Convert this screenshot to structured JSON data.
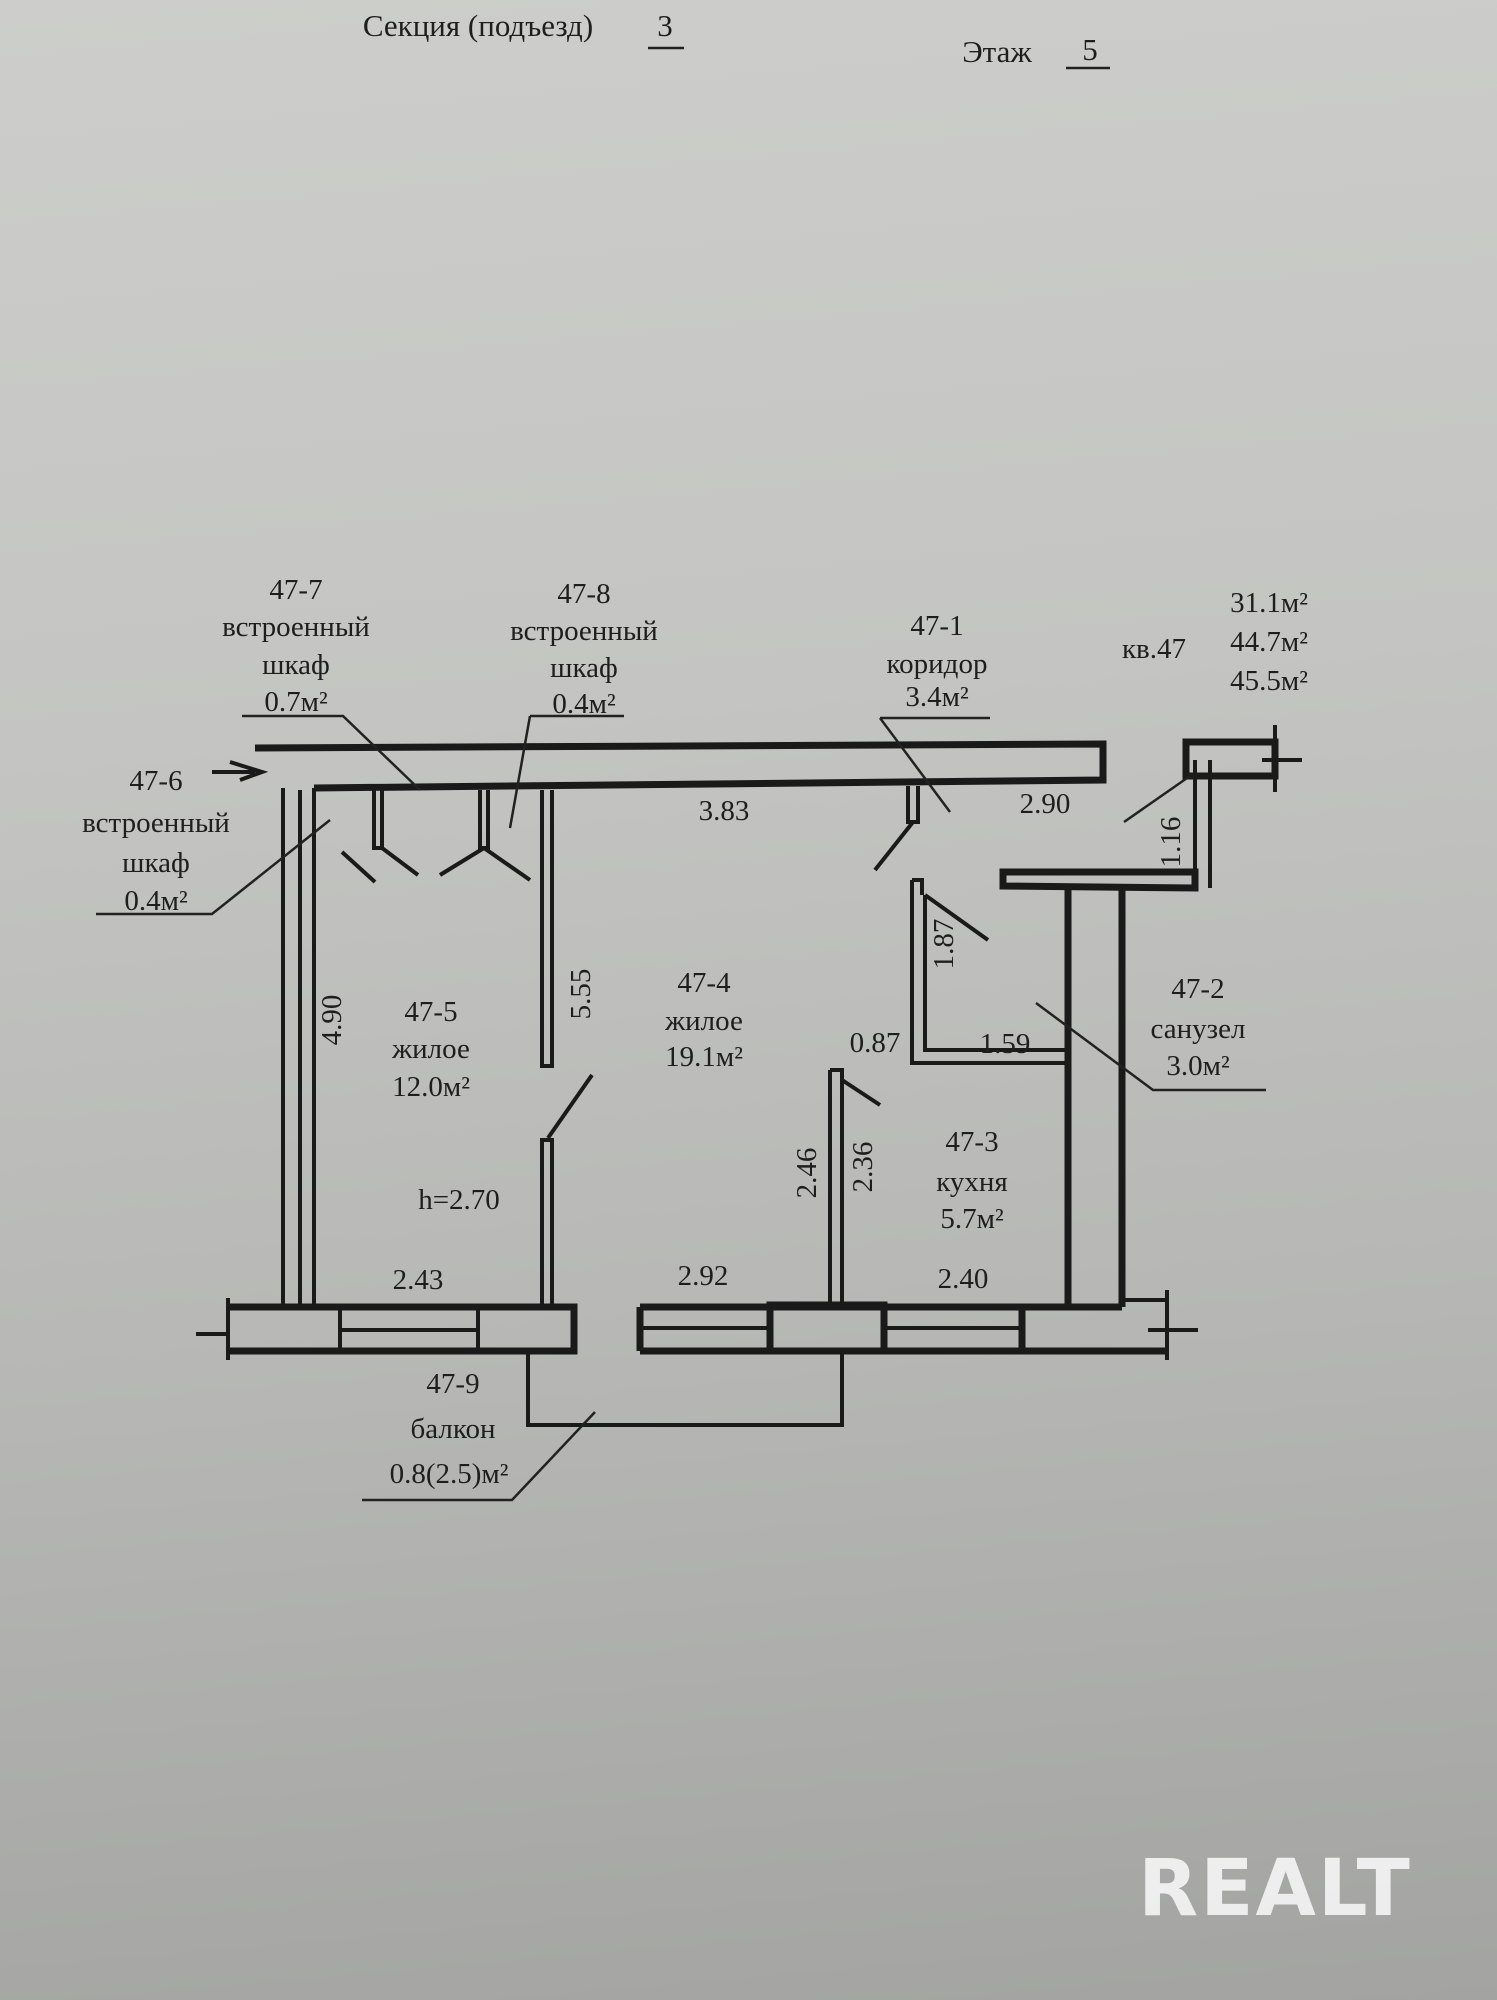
{
  "header": {
    "section_label": "Секция (подъезд)",
    "section_value": "3",
    "floor_label": "Этаж",
    "floor_value": "5"
  },
  "apartment": {
    "label": "кв.47",
    "living_area": "31.1м²",
    "total_area": "44.7м²",
    "total_with_balcony": "45.5м²",
    "ceiling_height": "h=2.70"
  },
  "rooms": {
    "r1": {
      "id": "47-1",
      "name": "коридор",
      "area": "3.4м²"
    },
    "r2": {
      "id": "47-2",
      "name": "санузел",
      "area": "3.0м²"
    },
    "r3": {
      "id": "47-3",
      "name": "кухня",
      "area": "5.7м²"
    },
    "r4": {
      "id": "47-4",
      "name": "жилое",
      "area": "19.1м²"
    },
    "r5": {
      "id": "47-5",
      "name": "жилое",
      "area": "12.0м²"
    },
    "r6": {
      "id": "47-6",
      "name1": "встроенный",
      "name2": "шкаф",
      "area": "0.4м²"
    },
    "r7": {
      "id": "47-7",
      "name1": "встроенный",
      "name2": "шкаф",
      "area": "0.7м²"
    },
    "r8": {
      "id": "47-8",
      "name1": "встроенный",
      "name2": "шкаф",
      "area": "0.4м²"
    },
    "r9": {
      "id": "47-9",
      "name": "балкон",
      "area": "0.8(2.5)м²"
    }
  },
  "dimensions": {
    "d383": "3.83",
    "d290": "2.90",
    "d116": "1.16",
    "d187": "1.87",
    "d555": "5.55",
    "d490": "4.90",
    "d087": "0.87",
    "d159": "1.59",
    "d246": "2.46",
    "d236": "2.36",
    "d243": "2.43",
    "d292": "2.92",
    "d240": "2.40"
  },
  "watermark": "REALT"
}
